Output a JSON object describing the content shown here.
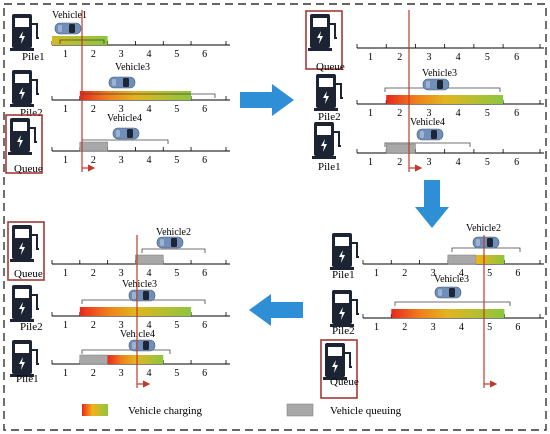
{
  "ticks": [
    "1",
    "2",
    "3",
    "4",
    "5",
    "6"
  ],
  "legend": {
    "charging": "Vehicle charging",
    "queuing": "Vehicle queuing"
  },
  "colors": {
    "border": "#333333",
    "pile": "#1c2333",
    "queue_frame": "#a33a36",
    "marker": "#c0392b",
    "arrow": "#2f8fd6",
    "queue_bar": "#a8a8a8",
    "grad_start": "#e8281d",
    "grad_mid": "#f3b21a",
    "grad_end": "#8cc63e",
    "car_body": "#6f8fb8",
    "car_glass": "#1e2533"
  },
  "panels": [
    {
      "id": "top-left",
      "rows": [
        {
          "label": "Pile1",
          "pile_icon": "charging-pile-icon",
          "vehicle": "Vehicle1",
          "bars": [
            {
              "kind": "charging",
              "from": 0.5,
              "to": 2.5,
              "color_from": 0.6,
              "color_to": 1.0
            }
          ]
        },
        {
          "label": "Pile2",
          "pile_icon": "charging-pile-icon",
          "vehicle": "Vehicle3",
          "bars": [
            {
              "kind": "charging",
              "from": 1.5,
              "to": 5.5,
              "color_from": 0,
              "color_to": 1
            }
          ]
        },
        {
          "label": "Queue",
          "pile_icon": "charging-pile-icon",
          "vehicle": "Vehicle4",
          "queue": true,
          "bars": [
            {
              "kind": "queuing",
              "from": 1.5,
              "to": 2.5
            }
          ]
        }
      ],
      "marker": 1.5
    },
    {
      "id": "top-right",
      "rows": [
        {
          "label": "Queue",
          "pile_icon": "charging-pile-icon",
          "vehicle": "",
          "queue": true,
          "bars": []
        },
        {
          "label": "Pile2",
          "pile_icon": "charging-pile-icon",
          "vehicle": "Vehicle3",
          "bars": [
            {
              "kind": "charging",
              "from": 1.5,
              "to": 5.5,
              "color_from": 0,
              "color_to": 1
            }
          ]
        },
        {
          "label": "Pile1",
          "pile_icon": "charging-pile-icon",
          "vehicle": "Vehicle4",
          "bars": [
            {
              "kind": "queuing",
              "from": 1.5,
              "to": 2.5
            }
          ]
        }
      ],
      "marker": 2.5
    },
    {
      "id": "bottom-right",
      "rows": [
        {
          "label": "Pile1",
          "pile_icon": "charging-pile-icon",
          "vehicle": "Vehicle2",
          "bars": [
            {
              "kind": "queuing",
              "from": 3.5,
              "to": 4.5
            },
            {
              "kind": "charging",
              "from": 4.5,
              "to": 5.5,
              "color_from": 0.4,
              "color_to": 1
            }
          ]
        },
        {
          "label": "Pile2",
          "pile_icon": "charging-pile-icon",
          "vehicle": "Vehicle3",
          "bars": [
            {
              "kind": "charging",
              "from": 1.5,
              "to": 5.5,
              "color_from": 0,
              "color_to": 1
            }
          ]
        },
        {
          "label": "Queue",
          "pile_icon": "charging-pile-icon",
          "vehicle": "",
          "queue": true,
          "bars": []
        }
      ],
      "marker": 4.5
    },
    {
      "id": "bottom-left",
      "rows": [
        {
          "label": "Queue",
          "pile_icon": "charging-pile-icon",
          "vehicle": "Vehicle2",
          "queue": true,
          "bars": [
            {
              "kind": "queuing",
              "from": 3.5,
              "to": 4.5
            }
          ]
        },
        {
          "label": "Pile2",
          "pile_icon": "charging-pile-icon",
          "vehicle": "Vehicle3",
          "bars": [
            {
              "kind": "charging",
              "from": 1.5,
              "to": 5.5,
              "color_from": 0,
              "color_to": 1
            }
          ]
        },
        {
          "label": "Pile1",
          "pile_icon": "charging-pile-icon",
          "vehicle": "Vehicle4",
          "bars": [
            {
              "kind": "queuing",
              "from": 1.5,
              "to": 2.5
            },
            {
              "kind": "charging",
              "from": 2.5,
              "to": 4.5,
              "color_from": 0,
              "color_to": 1
            }
          ]
        }
      ],
      "marker": 3.5
    }
  ]
}
